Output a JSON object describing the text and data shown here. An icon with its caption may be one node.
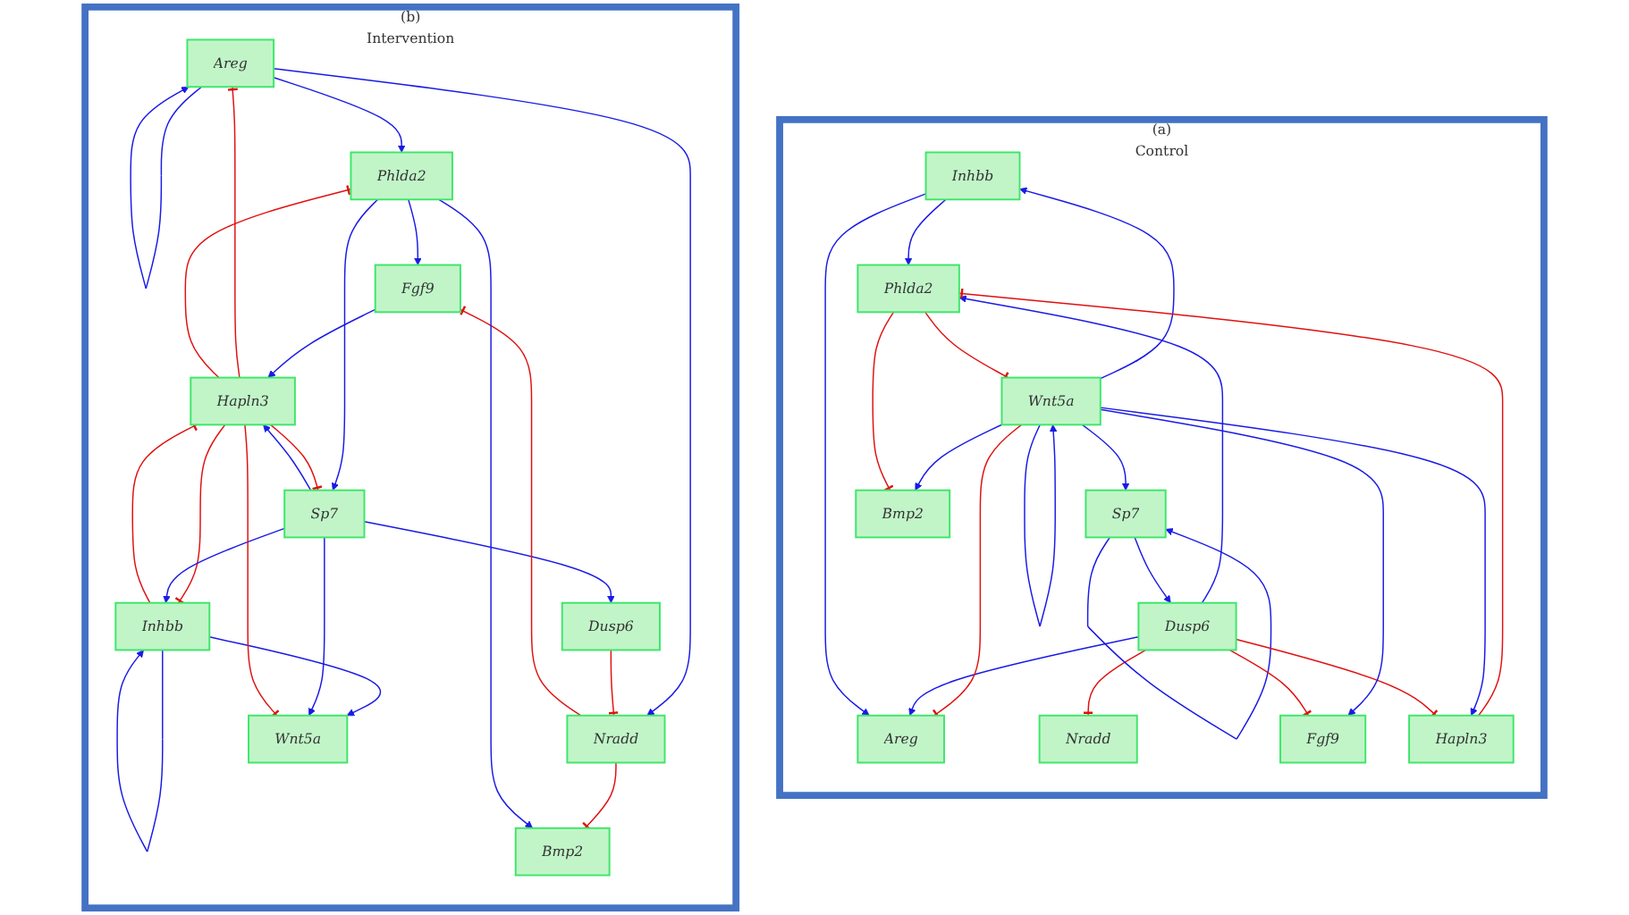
{
  "diagram": {
    "nodes": [
      {
        "text": [
          "(a)",
          "Control"
        ]
      },
      {
        "text": [
          "Areg"
        ],
        "in": 0
      },
      {
        "text": [
          "Inhbb"
        ],
        "in": 0
      },
      {
        "text": [
          "Dusp6"
        ],
        "in": 0
      },
      {
        "text": [
          "Nradd"
        ],
        "in": 0
      },
      {
        "text": [
          "Phlda2"
        ],
        "in": 0
      },
      {
        "text": [
          "Sp7"
        ],
        "in": 0
      },
      {
        "text": [
          "Fgf9"
        ],
        "in": 0
      },
      {
        "text": [
          "Bmp2"
        ],
        "in": 0
      },
      {
        "text": [
          "Wnt5a"
        ],
        "in": 0
      },
      {
        "text": [
          "Hapln3"
        ],
        "in": 0
      },
      {
        "text": [
          "(b)",
          "Intervention"
        ]
      },
      {
        "text": [
          "Areg"
        ],
        "in": 11
      },
      {
        "text": [
          "Inhbb"
        ],
        "in": 11
      },
      {
        "text": [
          "Dusp6"
        ],
        "in": 11
      },
      {
        "text": [
          "Nradd"
        ],
        "in": 11
      },
      {
        "text": [
          "Phlda2"
        ],
        "in": 11
      },
      {
        "text": [
          "Sp7"
        ],
        "in": 11
      },
      {
        "text": [
          "Fgf9"
        ],
        "in": 11
      },
      {
        "text": [
          "Bmp2"
        ],
        "in": 11
      },
      {
        "text": [
          "Wnt5a"
        ],
        "in": 11
      },
      {
        "text": [
          "Hapln3"
        ],
        "in": 11
      }
    ],
    "edges": [
      {
        "from": 2,
        "to": 1,
        "arrow": "to"
      },
      {
        "from": 3,
        "to": 1,
        "arrow": "to"
      },
      {
        "from": 3,
        "to": 4,
        "arrow": "other",
        "color": "#e01010"
      },
      {
        "from": 9,
        "to": 1,
        "arrow": "other",
        "color": "#e01010"
      },
      {
        "from": 2,
        "to": 5,
        "arrow": "to"
      },
      {
        "from": 3,
        "to": 5,
        "arrow": "to"
      },
      {
        "from": 9,
        "to": 2,
        "arrow": "to"
      },
      {
        "from": 6,
        "to": 3,
        "arrow": "to"
      },
      {
        "from": 6,
        "to": 6,
        "arrow": "to"
      },
      {
        "from": 3,
        "to": 7,
        "arrow": "other",
        "color": "#e01010"
      },
      {
        "from": 3,
        "to": 10,
        "arrow": "other",
        "color": "#e01010"
      },
      {
        "from": 5,
        "to": 8,
        "arrow": "other",
        "color": "#e01010"
      },
      {
        "from": 5,
        "to": 9,
        "arrow": "other",
        "color": "#e01010"
      },
      {
        "from": 10,
        "to": 5,
        "arrow": "other",
        "color": "#e01010"
      },
      {
        "from": 9,
        "to": 6,
        "arrow": "to"
      },
      {
        "from": 9,
        "to": 7,
        "arrow": "to"
      },
      {
        "from": 9,
        "to": 8,
        "arrow": "to"
      },
      {
        "from": 9,
        "to": 10,
        "arrow": "to"
      },
      {
        "from": 9,
        "to": 9,
        "arrow": "to"
      },
      {
        "from": 12,
        "to": 12,
        "arrow": "to"
      },
      {
        "from": 12,
        "to": 16,
        "arrow": "to"
      },
      {
        "from": 21,
        "to": 12,
        "arrow": "other",
        "color": "#e01010"
      },
      {
        "from": 12,
        "to": 15,
        "arrow": "to"
      },
      {
        "from": 13,
        "to": 13,
        "arrow": "to"
      },
      {
        "from": 14,
        "to": 15,
        "arrow": "other",
        "color": "#e01010"
      },
      {
        "from": 13,
        "to": 21,
        "arrow": "other",
        "color": "#e01010"
      },
      {
        "from": 21,
        "to": 13,
        "arrow": "other",
        "color": "#e01010"
      },
      {
        "from": 13,
        "to": 20,
        "arrow": "to"
      },
      {
        "from": 17,
        "to": 13,
        "arrow": "to"
      },
      {
        "from": 17,
        "to": 14,
        "arrow": "to"
      },
      {
        "from": 15,
        "to": 19,
        "arrow": "other",
        "color": "#e01010"
      },
      {
        "from": 15,
        "to": 18,
        "arrow": "other",
        "color": "#e01010"
      },
      {
        "from": 16,
        "to": 18,
        "arrow": "to"
      },
      {
        "from": 16,
        "to": 17,
        "arrow": "to"
      },
      {
        "from": 16,
        "to": 19,
        "arrow": "to"
      },
      {
        "from": 17,
        "to": 20,
        "arrow": "to"
      },
      {
        "from": 17,
        "to": 21,
        "arrow": "to"
      },
      {
        "from": 21,
        "to": 17,
        "arrow": "other",
        "color": "#e01010"
      },
      {
        "from": 21,
        "to": 16,
        "arrow": "other",
        "color": "#e01010"
      },
      {
        "from": 18,
        "to": 21,
        "arrow": "to"
      },
      {
        "from": 21,
        "to": 20,
        "arrow": "other",
        "color": "#e01010"
      }
    ]
  }
}
